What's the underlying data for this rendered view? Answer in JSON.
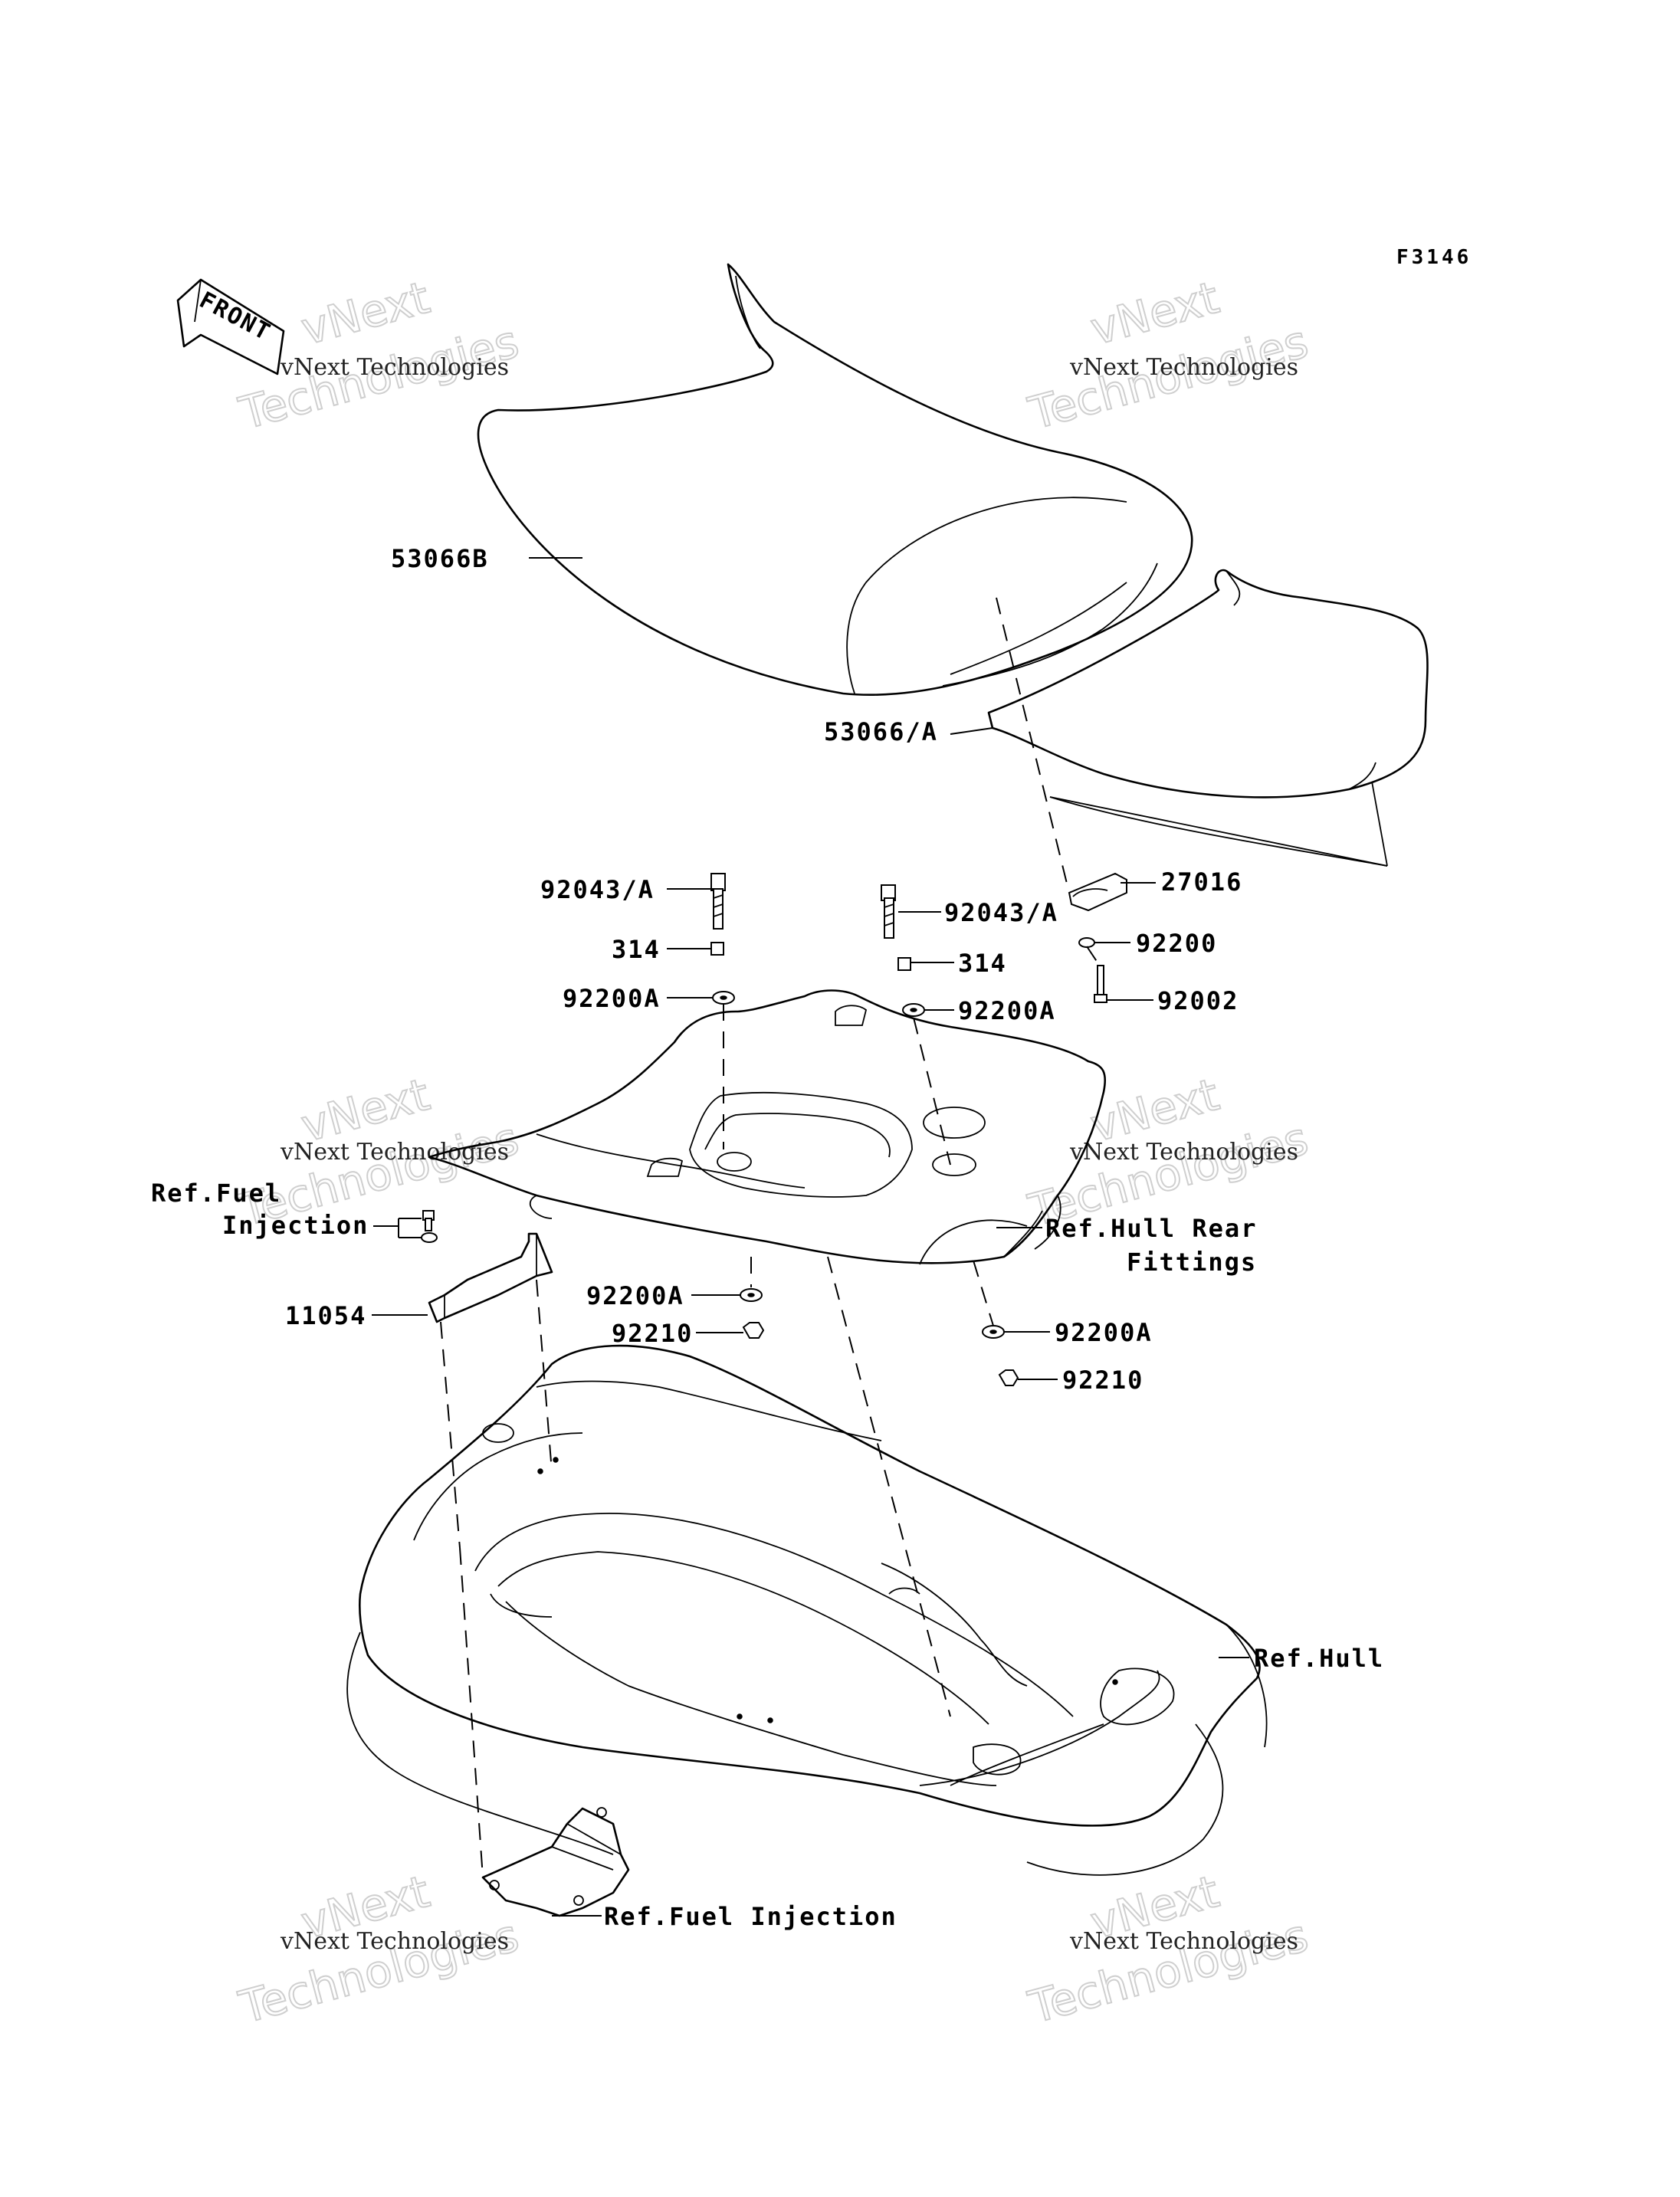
{
  "figure_code": "F3146",
  "front_label": "FRONT",
  "watermark": {
    "line1": "vNext Technologies",
    "line2": "vNext",
    "line3": "Technologies"
  },
  "callouts": {
    "seat_front": "53066B",
    "seat_rear": "53066/A",
    "bolt_left": "92043/A",
    "bolt_right": "92043/A",
    "nut_314_left": "314",
    "nut_314_right": "314",
    "washer_left_top": "92200A",
    "washer_right_top": "92200A",
    "lock_27016": "27016",
    "washer_92200": "92200",
    "pin_92002": "92002",
    "ref_fuel_injection_top_1": "Ref.Fuel",
    "ref_fuel_injection_top_2": "Injection",
    "bracket_11054": "11054",
    "washer_center": "92200A",
    "nut_center": "92210",
    "washer_right_low": "92200A",
    "nut_right_low": "92210",
    "ref_hull_rear_1": "Ref.Hull Rear",
    "ref_hull_rear_2": "Fittings",
    "ref_hull": "Ref.Hull",
    "ref_fuel_injection_bottom": "Ref.Fuel Injection"
  }
}
